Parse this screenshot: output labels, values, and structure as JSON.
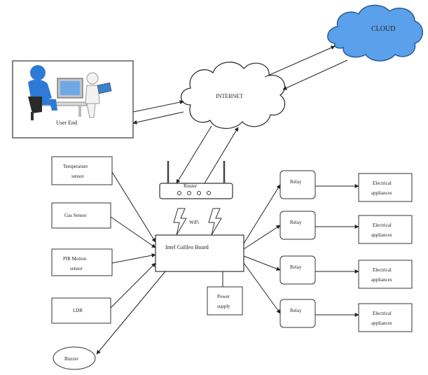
{
  "diagram": {
    "cloud_label": "CLOUD",
    "internet_label": "INTERNET",
    "user_end_label": "User End",
    "router_label": "Router",
    "wifi_label": "WiFi",
    "board_label": "Intel Galileo Board",
    "power_supply_line1": "Power",
    "power_supply_line2": "supply",
    "sensors": {
      "temperature_line1": "Temperature",
      "temperature_line2": "sensor",
      "gas": "Gas Sensor",
      "pir_line1": "PIR Motion",
      "pir_line2": "sensor",
      "ldr": "LDR",
      "buzzer": "Buzzer"
    },
    "relays": [
      "Relay",
      "Relay",
      "Relay",
      "Relay"
    ],
    "appliances": [
      {
        "line1": "Electrical",
        "line2": "appliances"
      },
      {
        "line1": "Electrical",
        "line2": "appliances"
      },
      {
        "line1": "Electrical",
        "line2": "appliances"
      },
      {
        "line1": "Electrical",
        "line2": "appliances"
      }
    ],
    "colors": {
      "cloud_fill": "#5aa0ea",
      "cloud_stroke": "#2a5a9a",
      "line": "#222222",
      "figure_blue": "#2f7ad6"
    },
    "icons": [
      "user-at-computer-icon",
      "person-with-tablet-icon",
      "router-icon",
      "wifi-lightning-icon"
    ]
  }
}
